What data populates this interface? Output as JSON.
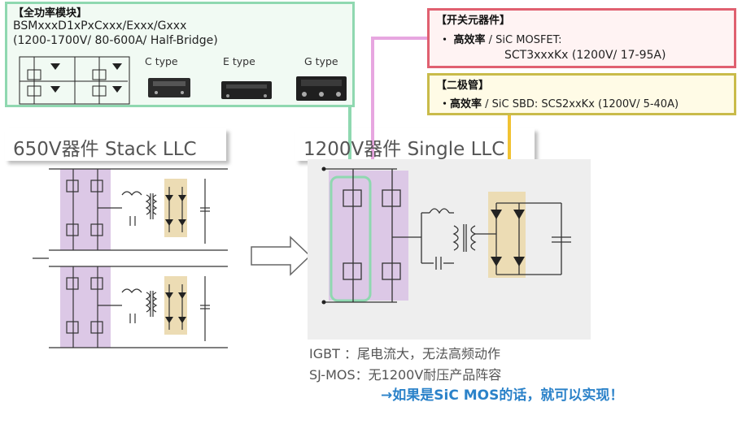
{
  "module_box": {
    "title": "【全功率模块】",
    "part": "BSMxxxD1xPxCxxx/Exxx/Gxxx",
    "spec": "(1200-1700V/ 80-600A/ Half-Bridge)",
    "types": [
      "C type",
      "E type",
      "G type"
    ]
  },
  "switch_box": {
    "title": "【开关元器件】",
    "line1_bold": "・ 高效率",
    "line1_rest": " / SiC MOSFET:",
    "line2": "SCT3xxxKx (1200V/ 17-95A)"
  },
  "diode_box": {
    "title": "【二极管】",
    "line1_bold": "・高效率",
    "line1_rest": " / SiC SBD: SCS2xxKx (1200V/ 5-40A)"
  },
  "left_title": "650V器件  Stack LLC",
  "right_title": "1200V器件  Single LLC",
  "notes": {
    "igbt": "IGBT  ：尾电流大，无法高频动作",
    "sjmos": "SJ-MOS：无1200V耐压产品阵容",
    "conclusion": "→如果是SiC MOS的话，就可以实现！"
  },
  "colors": {
    "module_border": "#8fd8b0",
    "switch_border": "#e06070",
    "diode_border": "#c9bb4a",
    "purple_highlight": "#dcc8e6",
    "tan_highlight": "#ecdcb4",
    "conclusion_text": "#2b82c9",
    "pink_connector": "#e7a6e0",
    "yellow_connector": "#f1c232"
  }
}
